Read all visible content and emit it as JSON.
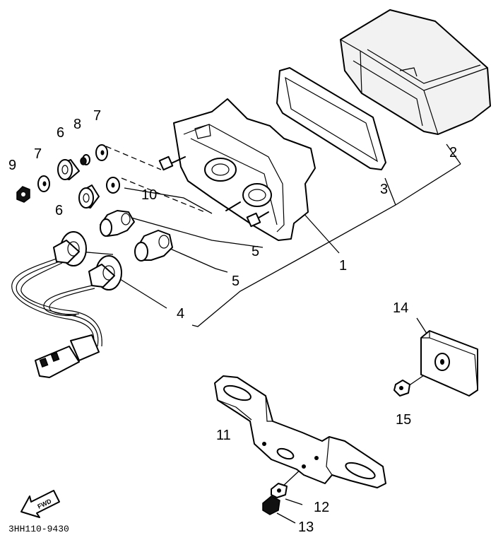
{
  "callouts": {
    "c1": "1",
    "c2": "2",
    "c3": "3",
    "c4": "4",
    "c5a": "5",
    "c5b": "5",
    "c6a": "6",
    "c6b": "6",
    "c7a": "7",
    "c7b": "7",
    "c8": "8",
    "c9": "9",
    "c10": "10",
    "c11": "11",
    "c12": "12",
    "c13": "13",
    "c14": "14",
    "c15": "15"
  },
  "fwd_label": "FWD",
  "diagram_code": "3HH110-9430",
  "colors": {
    "line": "#000000",
    "background": "#ffffff"
  }
}
